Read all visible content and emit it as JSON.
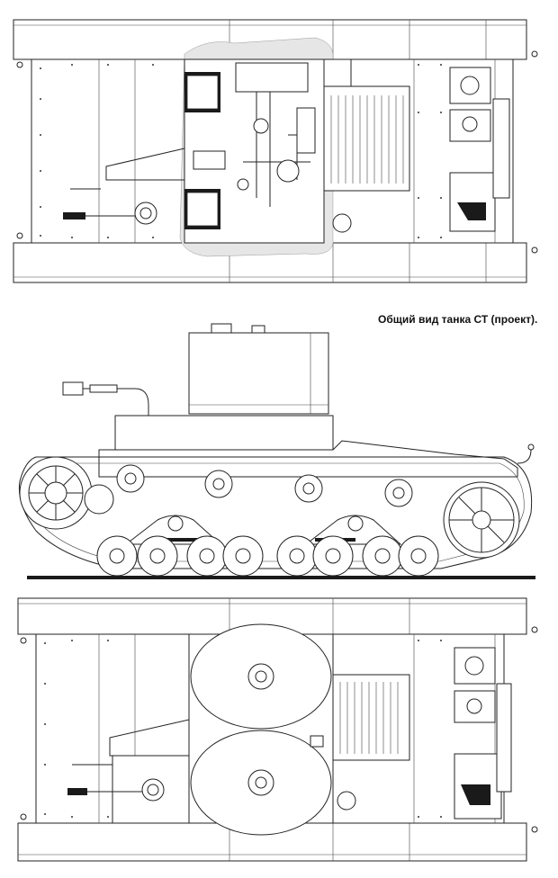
{
  "caption": "Общий вид танка СТ (проект).",
  "views": {
    "top_view_open": "top-view-hull-open",
    "side_view": "side-view",
    "top_view_closed": "top-view-hull-closed"
  }
}
